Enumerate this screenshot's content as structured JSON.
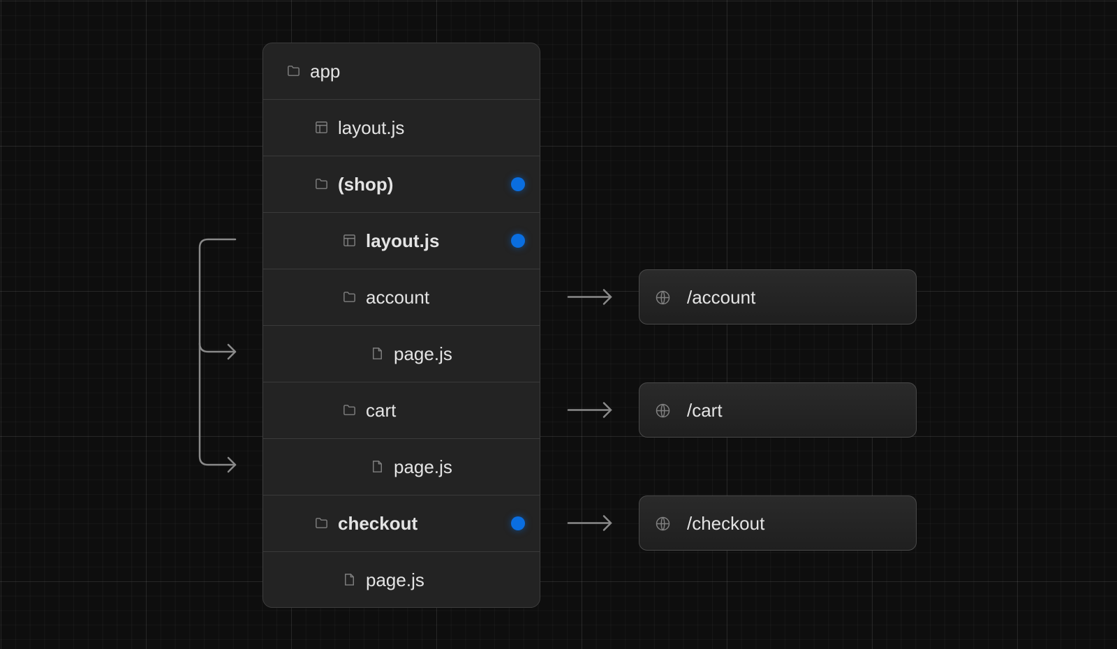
{
  "tree": [
    {
      "label": "app",
      "icon": "folder-icon",
      "depth": 0,
      "bold": false,
      "marked": false
    },
    {
      "label": "layout.js",
      "icon": "layout-icon",
      "depth": 1,
      "bold": false,
      "marked": false
    },
    {
      "label": "(shop)",
      "icon": "folder-icon",
      "depth": 1,
      "bold": true,
      "marked": true
    },
    {
      "label": "layout.js",
      "icon": "layout-icon",
      "depth": 2,
      "bold": true,
      "marked": true
    },
    {
      "label": "account",
      "icon": "folder-icon",
      "depth": 2,
      "bold": false,
      "marked": false
    },
    {
      "label": "page.js",
      "icon": "file-icon",
      "depth": 3,
      "bold": false,
      "marked": false
    },
    {
      "label": "cart",
      "icon": "folder-icon",
      "depth": 2,
      "bold": false,
      "marked": false
    },
    {
      "label": "page.js",
      "icon": "file-icon",
      "depth": 3,
      "bold": false,
      "marked": false
    },
    {
      "label": "checkout",
      "icon": "folder-icon",
      "depth": 1,
      "bold": true,
      "marked": true
    },
    {
      "label": "page.js",
      "icon": "file-icon",
      "depth": 2,
      "bold": false,
      "marked": false
    }
  ],
  "routes": [
    {
      "label": "/account",
      "icon": "globe-icon",
      "row": 4
    },
    {
      "label": "/cart",
      "icon": "globe-icon",
      "row": 6
    },
    {
      "label": "/checkout",
      "icon": "globe-icon",
      "row": 8
    }
  ],
  "colors": {
    "marker": "#0a6ee0",
    "background": "#0e0e0e",
    "panel": "#232323"
  }
}
